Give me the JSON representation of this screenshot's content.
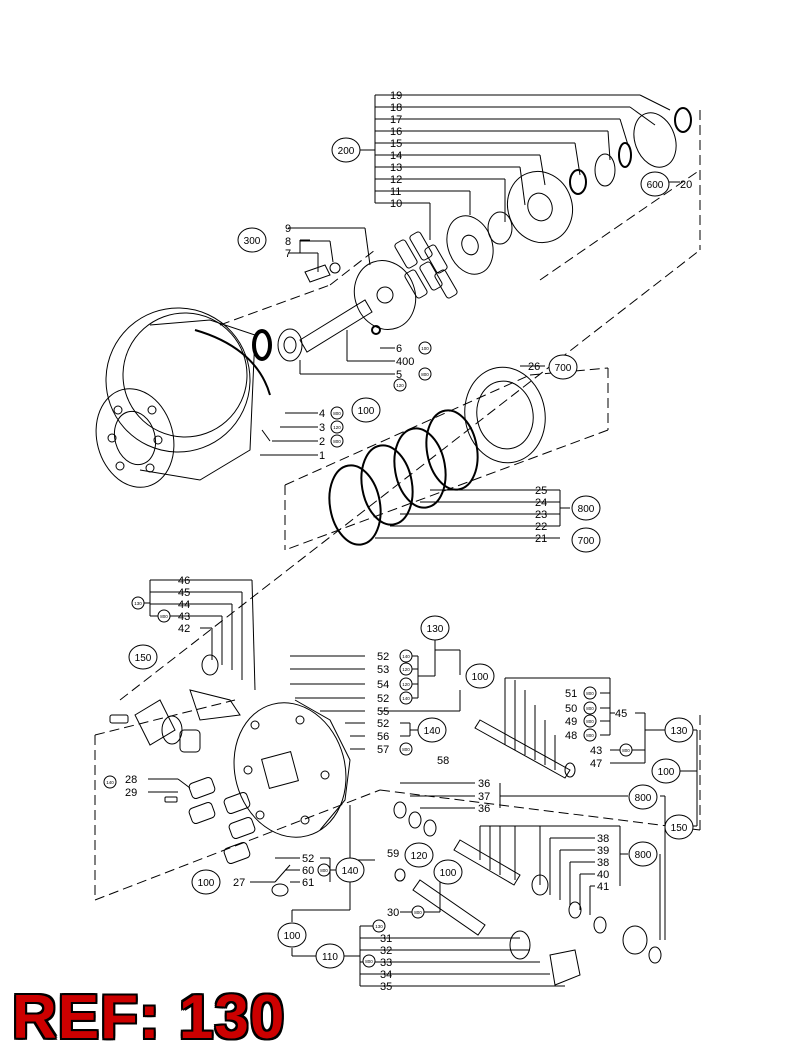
{
  "reference": "REF: 130",
  "colors": {
    "reference_text": "#cc0000",
    "line": "#000000"
  },
  "top_assembly": {
    "callouts": [
      "200",
      "300",
      "100",
      "600",
      "700",
      "800"
    ],
    "part_numbers": [
      "19",
      "18",
      "17",
      "16",
      "15",
      "14",
      "13",
      "12",
      "11",
      "10",
      "9",
      "8",
      "7",
      "6",
      "400",
      "5",
      "4",
      "3",
      "2",
      "1",
      "20",
      "26",
      "25",
      "24",
      "23",
      "22",
      "21"
    ],
    "small_codes": [
      "100",
      "120",
      "800",
      "600"
    ]
  },
  "bottom_assembly": {
    "callouts": [
      "130",
      "150",
      "100",
      "140",
      "800",
      "120",
      "110"
    ],
    "part_numbers": [
      "46",
      "45",
      "44",
      "43",
      "42",
      "52",
      "53",
      "54",
      "55",
      "56",
      "57",
      "58",
      "51",
      "50",
      "49",
      "48",
      "47",
      "36",
      "37",
      "38",
      "39",
      "40",
      "41",
      "28",
      "29",
      "27",
      "60",
      "61",
      "59",
      "30",
      "31",
      "32",
      "33",
      "34",
      "35"
    ],
    "small_codes": [
      "130",
      "120",
      "800",
      "140"
    ]
  }
}
